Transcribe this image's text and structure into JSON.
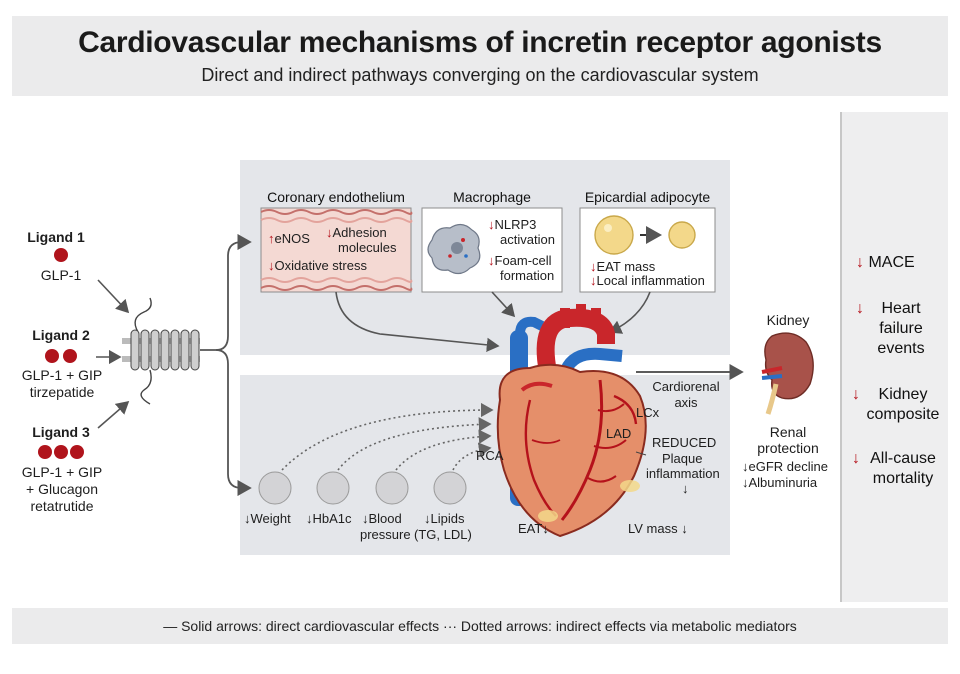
{
  "header": {
    "title": "Cardiovascular mechanisms of incretin receptor agonists",
    "subtitle": "Direct and indirect pathways converging on the cardiovascular system"
  },
  "ligands": [
    {
      "label": "Ligand 1",
      "agonist": "GLP-1",
      "drug": ""
    },
    {
      "label": "Ligand 2",
      "agonist": "GLP-1 + GIP",
      "drug": "tirzepatide"
    },
    {
      "label": "Ligand 3",
      "agonist": "GLP-1 + GIP",
      "agonist_extra": "+ Glucagon",
      "drug": "retatrutide"
    }
  ],
  "cells": {
    "endothelium": {
      "title": "Coronary endothelium",
      "enos": "eNOS",
      "adhesion_1": "Adhesion",
      "adhesion_2": "molecules",
      "oxidative": "Oxidative stress"
    },
    "macrophage": {
      "title": "Macrophage",
      "nlrp3_1": "NLRP3",
      "nlrp3_2": "activation",
      "foam_1": "Foam-cell",
      "foam_2": "formation"
    },
    "adipocyte": {
      "title": "Epicardial adipocyte",
      "eat_mass": "EAT mass",
      "local_infl": "Local inflammation"
    }
  },
  "mediators": [
    {
      "line1": "Weight",
      "line2": ""
    },
    {
      "line1": "HbA1c",
      "line2": ""
    },
    {
      "line1": "Blood",
      "line2": "pressure"
    },
    {
      "line1": "Lipids",
      "line2": "(TG, LDL)"
    }
  ],
  "heart": {
    "lcx": "LCx",
    "lad": "LAD",
    "rca": "RCA",
    "eat": "EAT",
    "lv_mass": "LV mass",
    "reduced": "REDUCED",
    "plaque": "Plaque",
    "inflammation": "inflammation"
  },
  "cardiorenal": {
    "line1": "Cardiorenal",
    "line2": "axis"
  },
  "kidney": {
    "title": "Kidney",
    "renal_1": "Renal",
    "renal_2": "protection",
    "egfr": "eGFR decline",
    "albuminuria": "Albuminuria"
  },
  "outcomes": [
    {
      "lines": [
        "MACE"
      ]
    },
    {
      "lines": [
        "Heart",
        "failure",
        "events"
      ]
    },
    {
      "lines": [
        "Kidney",
        "composite"
      ]
    },
    {
      "lines": [
        "All-cause",
        "mortality"
      ]
    }
  ],
  "legend": {
    "text": "— Solid arrows: direct cardiovascular effects  ··· Dotted arrows: indirect effects via metabolic mediators"
  },
  "colors": {
    "arrow_down": "#b5121b",
    "ligand_dot": "#b0141c",
    "panel": "#e4e6ea",
    "heart_red": "#c9262b",
    "heart_blue": "#2a6fc4",
    "muscle": "#e58f6a",
    "kidney": "#a8524a",
    "adipocyte": "#f3d88a"
  },
  "icons": [
    "down-arrow-icon",
    "up-arrow-icon",
    "receptor-icon",
    "heart-icon",
    "kidney-icon",
    "macrophage-icon",
    "adipocyte-icon"
  ]
}
